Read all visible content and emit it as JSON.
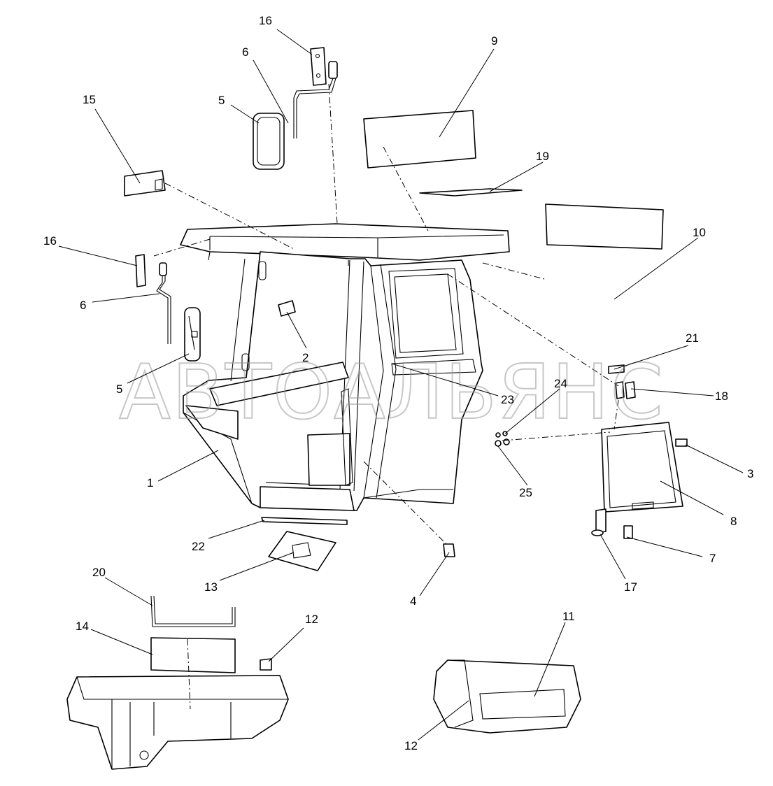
{
  "watermark": "АВТОАЛЬЯНС",
  "callouts": {
    "c1": "1",
    "c2": "2",
    "c3": "3",
    "c4": "4",
    "c5a": "5",
    "c5b": "5",
    "c6a": "6",
    "c6b": "6",
    "c7": "7",
    "c8": "8",
    "c9": "9",
    "c10": "10",
    "c11": "11",
    "c12a": "12",
    "c12b": "12",
    "c13": "13",
    "c14": "14",
    "c15": "15",
    "c16a": "16",
    "c16b": "16",
    "c17": "17",
    "c18": "18",
    "c19": "19",
    "c20": "20",
    "c21": "21",
    "c22": "22",
    "c23": "23",
    "c24": "24",
    "c25": "25"
  }
}
